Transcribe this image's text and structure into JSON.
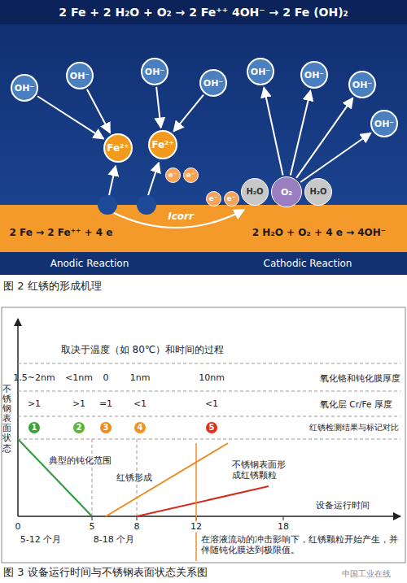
{
  "diagram": {
    "nodes": [
      {
        "text": [
          "OH⁻"
        ]
      },
      {
        "text": [
          "OH⁻"
        ]
      },
      {
        "text": [
          "OH⁻"
        ]
      },
      {
        "text": [
          "OH⁻"
        ]
      },
      {
        "text": [
          "Fe²⁺"
        ]
      },
      {
        "text": [
          "Fe²⁺"
        ]
      },
      {
        "text": [
          "OH⁻"
        ]
      },
      {
        "text": [
          "OH⁻"
        ]
      },
      {
        "text": [
          "OH⁻"
        ]
      },
      {
        "text": [
          "OH⁻"
        ]
      },
      {
        "text": [
          "e⁻"
        ]
      },
      {
        "text": [
          "e⁻"
        ]
      },
      {
        "text": [
          "e⁻"
        ]
      },
      {
        "text": [
          "e⁻"
        ]
      },
      {
        "text": [
          "H₂O"
        ]
      },
      {
        "text": [
          "O₂"
        ]
      },
      {
        "text": [
          "H₂O"
        ]
      },
      {
        "text": [
          "1"
        ]
      },
      {
        "text": [
          "2"
        ]
      },
      {
        "text": [
          "3"
        ]
      },
      {
        "text": [
          "4"
        ]
      },
      {
        "text": [
          "5"
        ]
      }
    ],
    "edges": [
      {
        "from": 0,
        "to": 4,
        "arrow": "to"
      },
      {
        "from": 1,
        "to": 4,
        "arrow": "to"
      },
      {
        "from": 2,
        "to": 5,
        "arrow": "to"
      },
      {
        "from": 3,
        "to": 5,
        "arrow": "to"
      },
      {
        "from": 15,
        "to": 6,
        "arrow": "to"
      },
      {
        "from": 15,
        "to": 7,
        "arrow": "to"
      },
      {
        "from": 15,
        "to": 8,
        "arrow": "to"
      },
      {
        "from": 15,
        "to": 9,
        "arrow": "to"
      }
    ],
    "labels": [
      "2 Fe + 2 H₂O + O₂ → 2 Fe⁺⁺ 4OH⁻ → 2 Fe (OH)₂",
      "Icorr",
      "2 Fe → 2 Fe⁺⁺ + 4 e",
      "2 H₂O + O₂ + 4 e → 4OH⁻",
      "Anodic Reaction",
      "Cathodic Reaction",
      "图 2 红锈的形成机理",
      "不锈钢表面状态",
      "取决于温度（如 80℃）和时间的过程",
      "1.5~2nm",
      "<1nm",
      "0",
      "1nm",
      "10nm",
      "氧化铬和钝化膜厚度",
      ">1",
      ">1",
      "=1",
      "<1",
      "<1",
      "氧化层 Cr/Fe 厚度",
      "红锈检测结果与标记对比",
      "典型的钝化范围",
      "红锈形成",
      "不锈钢表面形成红锈颗粒",
      "0",
      "5",
      "8",
      "12",
      "18",
      "设备运行时间",
      "5-12 个月",
      "8-18 个月",
      "在溶液流动的冲击影响下，红锈颗粒开始产生，并伴随钝化膜达到极限值。",
      "图 3 设备运行时间与不锈钢表面状态关系图",
      "中国工业在线"
    ]
  }
}
